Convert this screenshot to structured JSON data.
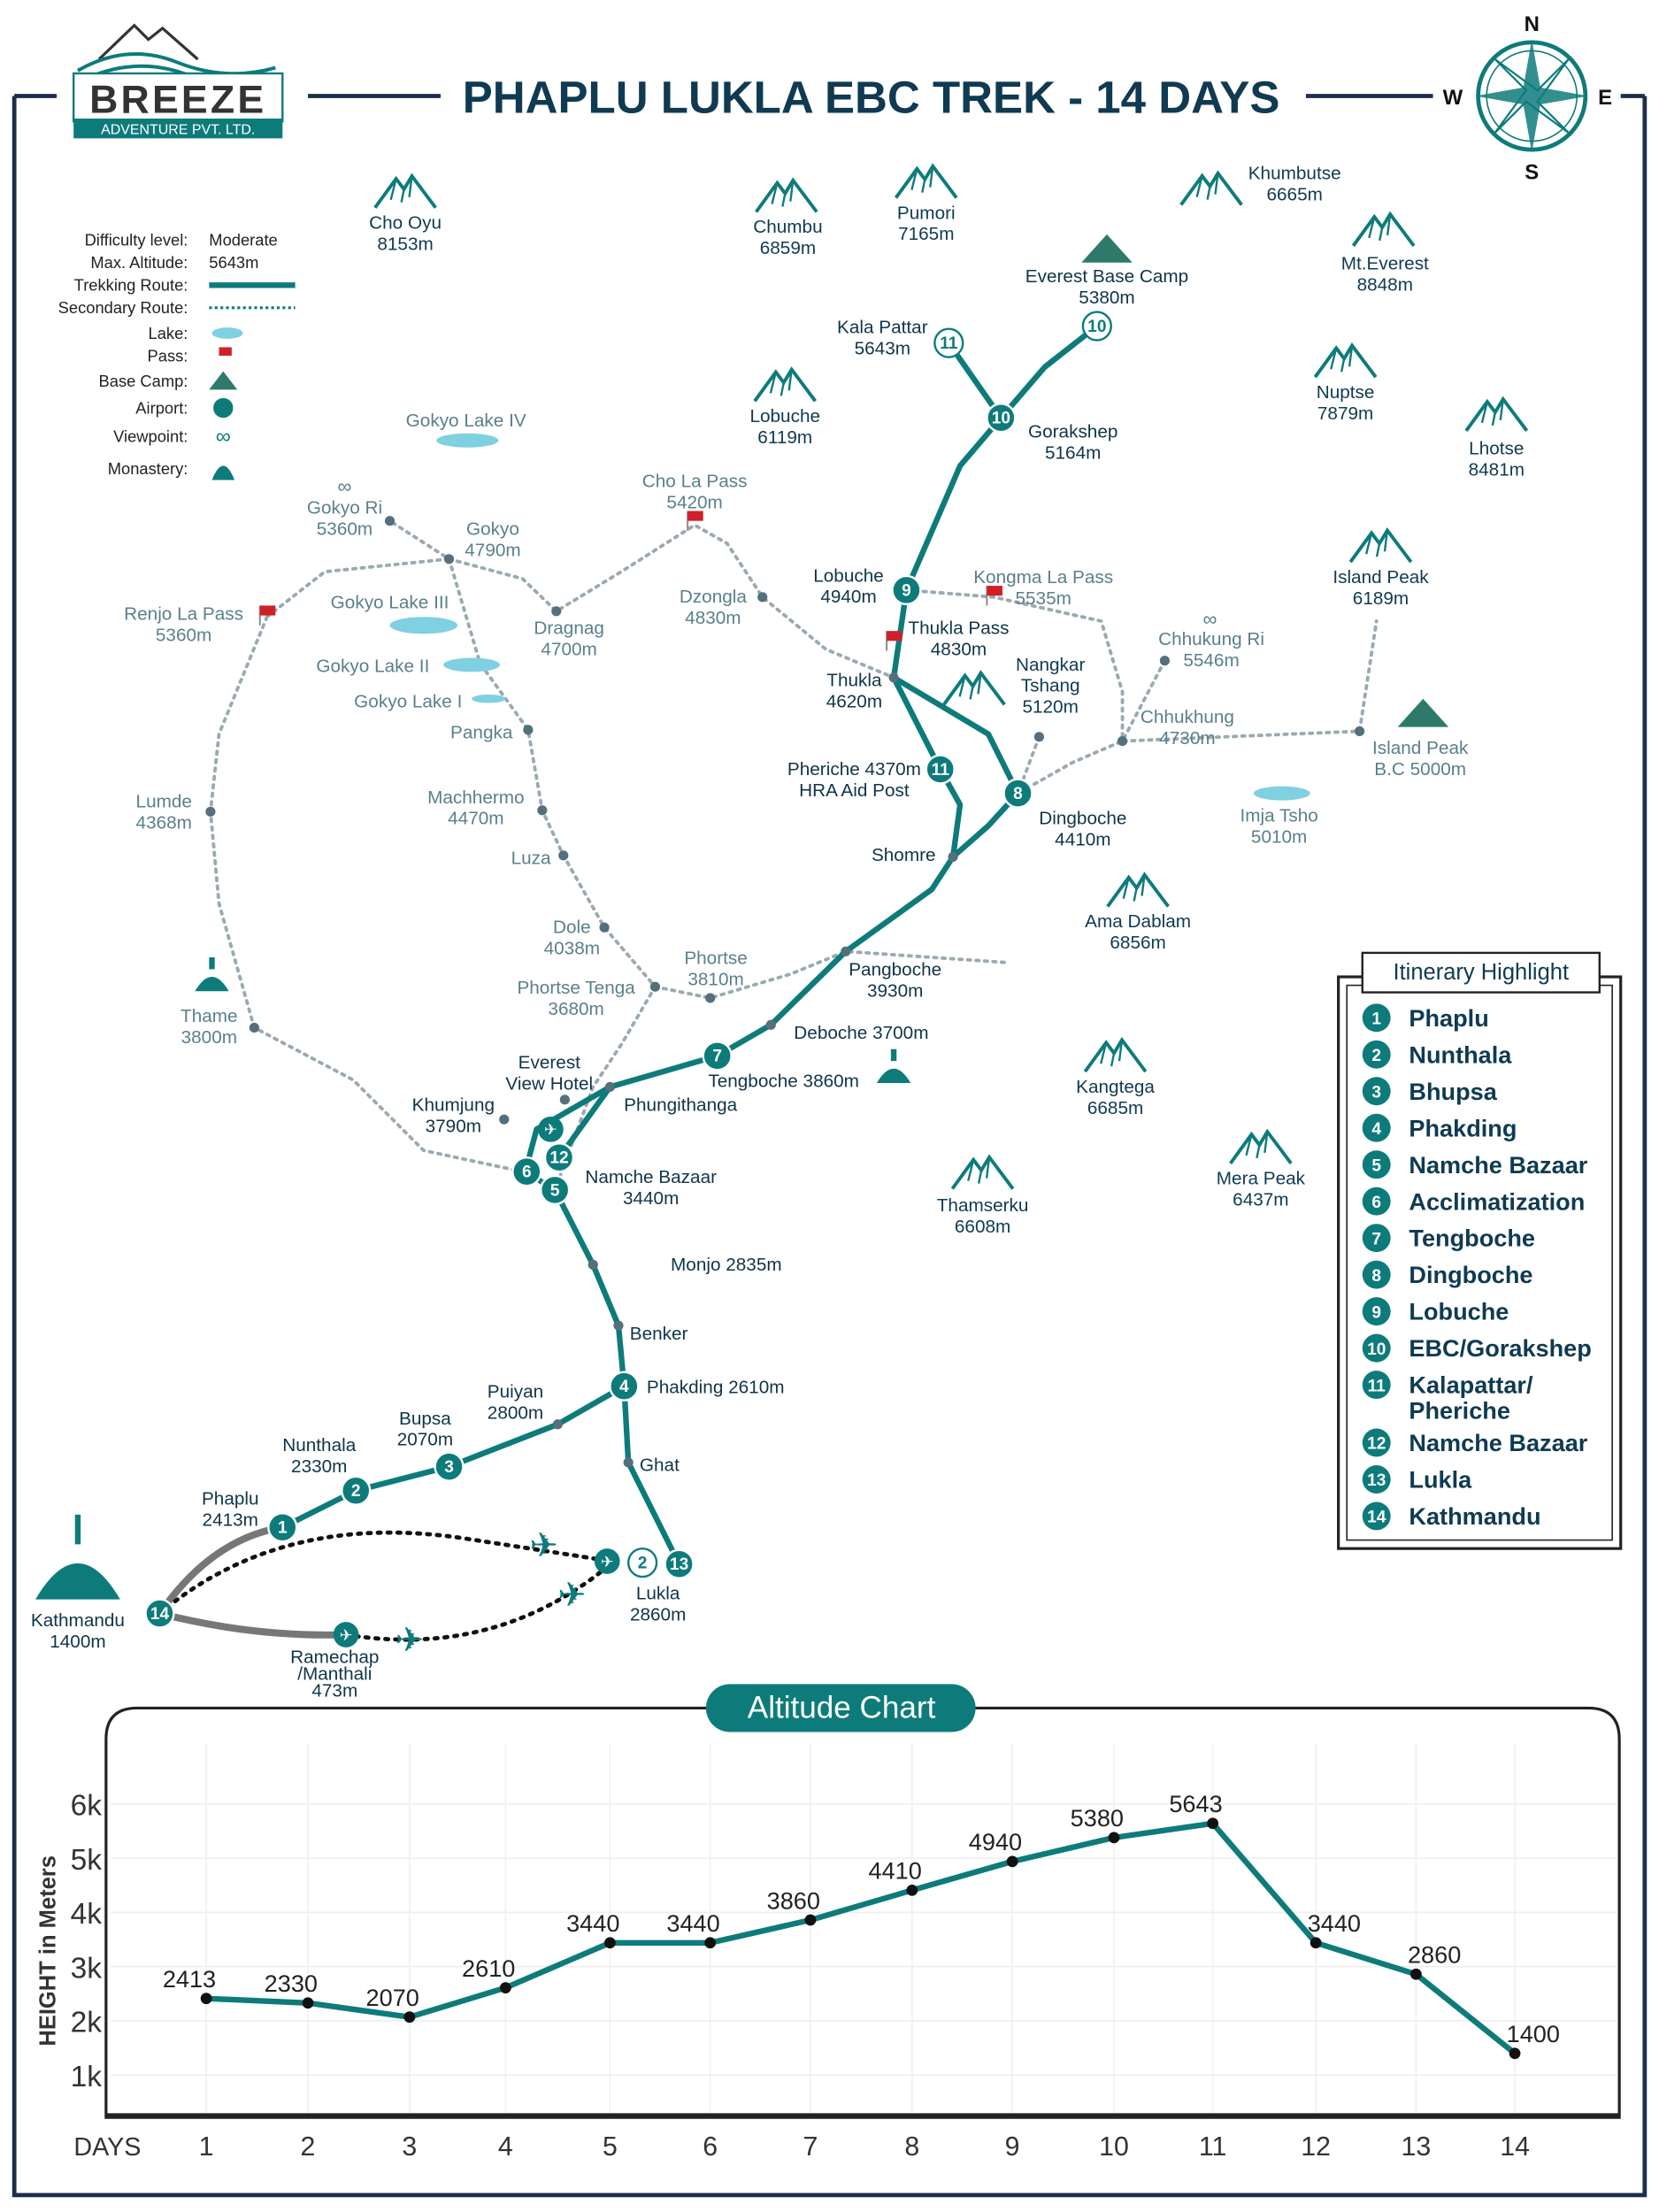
{
  "header": {
    "brand": "BREEZE",
    "brand_sub": "ADVENTURE PVT. LTD.",
    "title": "PHAPLU LUKLA EBC TREK - 14 DAYS",
    "compass": {
      "n": "N",
      "e": "E",
      "s": "S",
      "w": "W"
    }
  },
  "colors": {
    "teal": "#0e7b7b",
    "navy": "#0f3a52",
    "pass": "#d0202a",
    "lake": "#7fd0e0",
    "secondary": "#9aaab0"
  },
  "legend": [
    {
      "label": "Difficulty level:",
      "value": "Moderate"
    },
    {
      "label": "Max. Altitude:",
      "value": "5643m"
    },
    {
      "label": "Trekking Route:",
      "icon": "solid-line"
    },
    {
      "label": "Secondary Route:",
      "icon": "dotted-line"
    },
    {
      "label": "Lake:",
      "icon": "lake"
    },
    {
      "label": "Pass:",
      "icon": "flag"
    },
    {
      "label": "Base Camp:",
      "icon": "tent"
    },
    {
      "label": "Airport:",
      "icon": "airport"
    },
    {
      "label": "Viewpoint:",
      "icon": "binoculars"
    },
    {
      "label": "Monastery:",
      "icon": "stupa"
    }
  ],
  "map": {
    "peaks": [
      {
        "lines": [
          "Cho Oyu",
          "8153m"
        ]
      },
      {
        "lines": [
          "Chumbu",
          "6859m"
        ]
      },
      {
        "lines": [
          "Pumori",
          "7165m"
        ]
      },
      {
        "lines": [
          "Khumbutse",
          "6665m"
        ]
      },
      {
        "lines": [
          "Mt.Everest",
          "8848m"
        ]
      },
      {
        "lines": [
          "Lobuche",
          "6119m"
        ]
      },
      {
        "lines": [
          "Nuptse",
          "7879m"
        ]
      },
      {
        "lines": [
          "Lhotse",
          "8481m"
        ]
      },
      {
        "lines": [
          "Island Peak",
          "6189m"
        ]
      },
      {
        "lines": [
          "Ama Dablam",
          "6856m"
        ]
      },
      {
        "lines": [
          "Kangtega",
          "6685m"
        ]
      },
      {
        "lines": [
          "Mera Peak",
          "6437m"
        ]
      },
      {
        "lines": [
          "Thamserku",
          "6608m"
        ]
      },
      {
        "lines": [
          "Nangkar",
          "Tshang",
          "5120m"
        ]
      }
    ],
    "places": [
      {
        "lines": [
          "Kala Pattar",
          "5643m"
        ]
      },
      {
        "lines": [
          "Everest Base Camp",
          "5380m"
        ]
      },
      {
        "lines": [
          "Gorakshep",
          "5164m"
        ]
      },
      {
        "lines": [
          "Lobuche",
          "4940m"
        ]
      },
      {
        "lines": [
          "Thukla Pass",
          "4830m"
        ]
      },
      {
        "lines": [
          "Thukla",
          "4620m"
        ]
      },
      {
        "lines": [
          "Pheriche 4370m",
          "HRA Aid Post"
        ]
      },
      {
        "lines": [
          "Dingboche",
          "4410m"
        ]
      },
      {
        "lines": [
          "Shomre"
        ]
      },
      {
        "lines": [
          "Pangboche",
          "3930m"
        ]
      },
      {
        "lines": [
          "Deboche 3700m"
        ]
      },
      {
        "lines": [
          "Tengboche 3860m"
        ]
      },
      {
        "lines": [
          "Phungithanga"
        ]
      },
      {
        "lines": [
          "Everest",
          "View Hotel"
        ]
      },
      {
        "lines": [
          "Khumjung",
          "3790m"
        ]
      },
      {
        "lines": [
          "Namche Bazaar",
          "3440m"
        ]
      },
      {
        "lines": [
          "Monjo 2835m"
        ]
      },
      {
        "lines": [
          "Benker"
        ]
      },
      {
        "lines": [
          "Phakding 2610m"
        ]
      },
      {
        "lines": [
          "Ghat"
        ]
      },
      {
        "lines": [
          "Puiyan",
          "2800m"
        ]
      },
      {
        "lines": [
          "Bupsa",
          "2070m"
        ]
      },
      {
        "lines": [
          "Nunthala",
          "2330m"
        ]
      },
      {
        "lines": [
          "Phaplu",
          "2413m"
        ]
      },
      {
        "lines": [
          "Lukla",
          "2860m"
        ]
      },
      {
        "lines": [
          "Kathmandu",
          "1400m"
        ]
      },
      {
        "lines": [
          "Ramechap",
          "/Manthali",
          "473m"
        ]
      }
    ],
    "secondary": [
      {
        "lines": [
          "Gokyo Lake IV"
        ]
      },
      {
        "lines": [
          "Gokyo Ri",
          "5360m"
        ]
      },
      {
        "lines": [
          "Gokyo",
          "4790m"
        ]
      },
      {
        "lines": [
          "Cho La Pass",
          "5420m"
        ]
      },
      {
        "lines": [
          "Renjo La Pass",
          "5360m"
        ]
      },
      {
        "lines": [
          "Gokyo Lake III"
        ]
      },
      {
        "lines": [
          "Dragnag",
          "4700m"
        ]
      },
      {
        "lines": [
          "Dzongla",
          "4830m"
        ]
      },
      {
        "lines": [
          "Kongma La Pass",
          "5535m"
        ]
      },
      {
        "lines": [
          "Chhukung Ri",
          "5546m"
        ]
      },
      {
        "lines": [
          "Gokyo Lake II"
        ]
      },
      {
        "lines": [
          "Gokyo Lake I"
        ]
      },
      {
        "lines": [
          "Pangka"
        ]
      },
      {
        "lines": [
          "Chhukhung",
          "4730m"
        ]
      },
      {
        "lines": [
          "Island Peak",
          "B.C 5000m"
        ]
      },
      {
        "lines": [
          "Imja Tsho",
          "5010m"
        ]
      },
      {
        "lines": [
          "Lumde",
          "4368m"
        ]
      },
      {
        "lines": [
          "Machhermo",
          "4470m"
        ]
      },
      {
        "lines": [
          "Luza"
        ]
      },
      {
        "lines": [
          "Dole",
          "4038m"
        ]
      },
      {
        "lines": [
          "Phortse",
          "3810m"
        ]
      },
      {
        "lines": [
          "Phortse Tenga",
          "3680m"
        ]
      },
      {
        "lines": [
          "Thame",
          "3800m"
        ]
      }
    ],
    "day_markers": [
      "1",
      "2",
      "3",
      "4",
      "5",
      "6",
      "7",
      "8",
      "9",
      "10",
      "11",
      "12",
      "13",
      "14",
      "10",
      "11",
      "2"
    ]
  },
  "itinerary": {
    "title": "Itinerary Highlight",
    "items": [
      {
        "num": "1",
        "lines": [
          "Phaplu"
        ]
      },
      {
        "num": "2",
        "lines": [
          "Nunthala"
        ]
      },
      {
        "num": "3",
        "lines": [
          "Bhupsa"
        ]
      },
      {
        "num": "4",
        "lines": [
          "Phakding"
        ]
      },
      {
        "num": "5",
        "lines": [
          "Namche Bazaar"
        ]
      },
      {
        "num": "6",
        "lines": [
          "Acclimatization"
        ]
      },
      {
        "num": "7",
        "lines": [
          "Tengboche"
        ]
      },
      {
        "num": "8",
        "lines": [
          "Dingboche"
        ]
      },
      {
        "num": "9",
        "lines": [
          "Lobuche"
        ]
      },
      {
        "num": "10",
        "lines": [
          "EBC/Gorakshep"
        ]
      },
      {
        "num": "11",
        "lines": [
          "Kalapattar/",
          "Pheriche"
        ]
      },
      {
        "num": "12",
        "lines": [
          "Namche Bazaar"
        ]
      },
      {
        "num": "13",
        "lines": [
          "Lukla"
        ]
      },
      {
        "num": "14",
        "lines": [
          "Kathmandu"
        ]
      }
    ]
  },
  "chart_data": {
    "type": "line",
    "title": "Altitude Chart",
    "xlabel": "DAYS",
    "ylabel": "HEIGHT in Meters",
    "x": [
      1,
      2,
      3,
      4,
      5,
      6,
      7,
      8,
      9,
      10,
      11,
      12,
      13,
      14
    ],
    "values": [
      2413,
      2330,
      2070,
      2610,
      3440,
      3440,
      3860,
      4410,
      4940,
      5380,
      5643,
      3440,
      2860,
      1400
    ],
    "yticks": [
      "1k",
      "2k",
      "3k",
      "4k",
      "5k",
      "6k"
    ],
    "ytick_values": [
      1000,
      2000,
      3000,
      4000,
      5000,
      6000
    ],
    "ylim": [
      300,
      7000
    ],
    "grid": true
  }
}
